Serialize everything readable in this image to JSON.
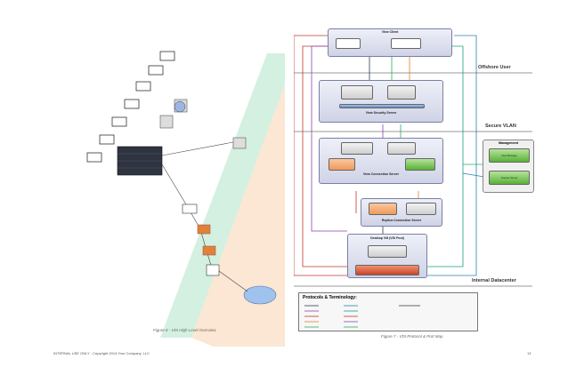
{
  "left_figure": {
    "caption": "Figure 6 - VDI High Level Overview",
    "zone_labels": [
      "",
      ""
    ]
  },
  "right_figure": {
    "caption": "Figure 7 - VDI Protocol & Port Map",
    "zones": {
      "offshore": "Offshore User",
      "secure": "Secure VLAN",
      "internal": "Internal Datacenter"
    },
    "view_client": {
      "title": "View Client"
    },
    "security_server": {
      "title": "View Security Server"
    },
    "connection_server": {
      "title": "View Connection Server"
    },
    "replica_server": {
      "title": "Replica Connection Server"
    },
    "desktop_vm": {
      "title": "Desktop VM (VDI Pool)"
    },
    "management": {
      "title": "Management",
      "view_manager": "View Manager",
      "vcenter": "vCenter Server"
    },
    "legend": {
      "title": "Protocols & Terminology:"
    }
  },
  "footer": {
    "left": "INTERNAL USE ONLY - Copyright 2014 Your Company, LLC",
    "right": "13"
  },
  "colors": {
    "green_zone": "#cfeedd",
    "orange_zone": "#fce3cf",
    "blue_zone": "#e3e8f5"
  }
}
